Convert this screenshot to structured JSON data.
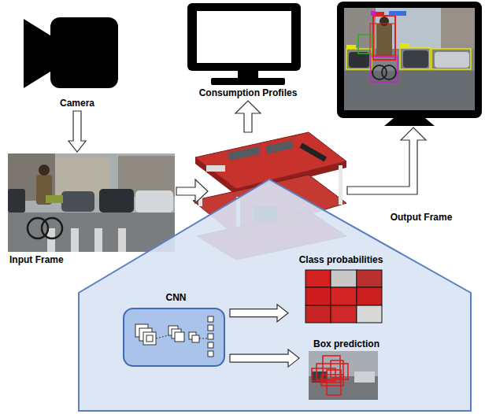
{
  "diagram": {
    "nodes": [
      {
        "text": [
          "Camera"
        ]
      },
      {
        "text": [
          "Consumption Profiles"
        ]
      },
      {
        "text": [
          "Input Frame"
        ]
      },
      {
        "text": [
          "CNN"
        ]
      },
      {
        "text": [
          "Class probabilities"
        ]
      },
      {
        "text": [
          "Box prediction"
        ]
      }
    ],
    "edges": [
      {
        "from": 0,
        "to": 2,
        "arrow": "to"
      },
      {
        "from": 3,
        "to": 4,
        "arrow": "to"
      },
      {
        "from": 3,
        "to": 5,
        "arrow": "to"
      }
    ],
    "labels": [
      "Output Frame"
    ]
  }
}
